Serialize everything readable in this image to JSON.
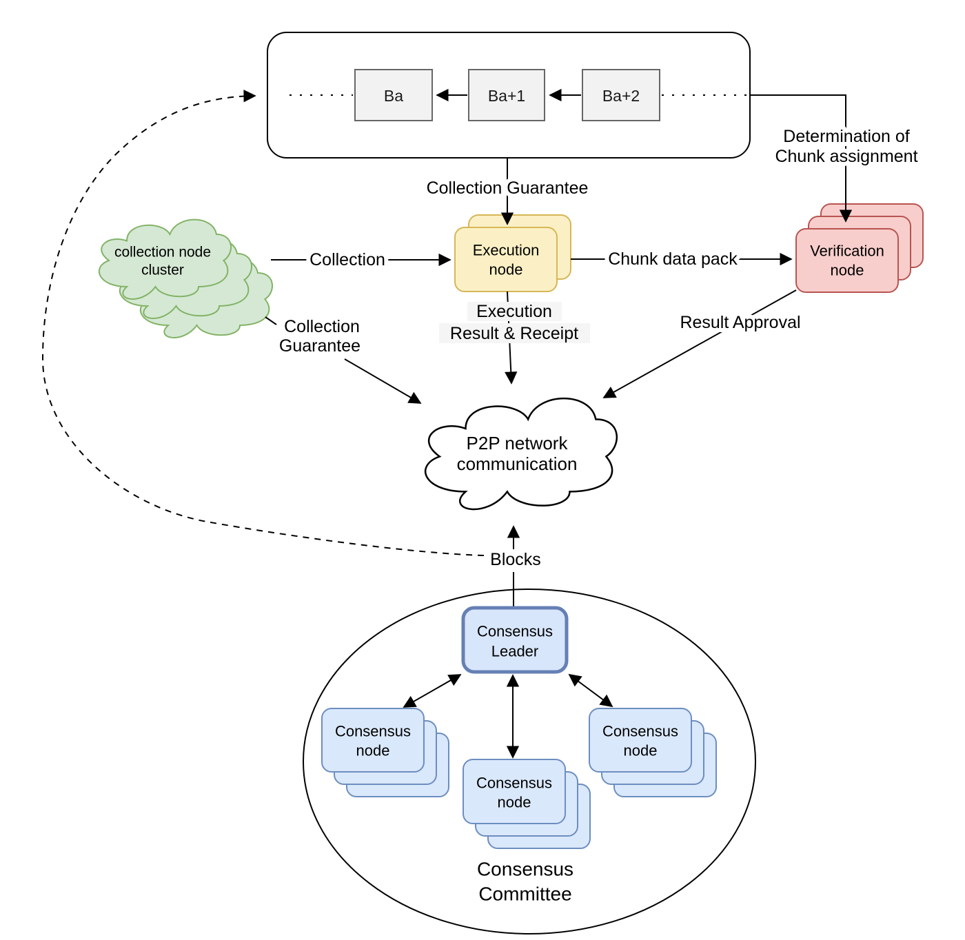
{
  "diagram": {
    "title_hint": "Flow-style blockchain architecture diagram",
    "blockchain": {
      "blocks": [
        "Ba",
        "Ba+1",
        "Ba+2"
      ]
    },
    "nodes": {
      "collection_cluster": {
        "line1": "collection node",
        "line2": "cluster"
      },
      "execution": {
        "line1": "Execution",
        "line2": "node"
      },
      "verification": {
        "line1": "Verification",
        "line2": "node"
      },
      "p2p": {
        "line1": "P2P network",
        "line2": "communication"
      },
      "consensus_leader": {
        "line1": "Consensus",
        "line2": "Leader"
      },
      "consensus_node_left": {
        "line1": "Consensus",
        "line2": "node"
      },
      "consensus_node_middle": {
        "line1": "Consensus",
        "line2": "node"
      },
      "consensus_node_right": {
        "line1": "Consensus",
        "line2": "node"
      },
      "consensus_committee": {
        "line1": "Consensus",
        "line2": "Committee"
      }
    },
    "edge_labels": {
      "collection_guarantee_top": "Collection Guarantee",
      "determination_line1": "Determination of",
      "determination_line2": "Chunk assignment",
      "collection": "Collection",
      "chunk_data_pack": "Chunk data pack",
      "collection_guarantee_left_line1": "Collection",
      "collection_guarantee_left_line2": "Guarantee",
      "execution_result_line1": "Execution",
      "execution_result_line2": "Result & Receipt",
      "result_approval": "Result Approval",
      "blocks": "Blocks"
    },
    "colors": {
      "line": "#000000",
      "block_fill": "#f2f2f2",
      "block_stroke": "#666666",
      "yellow_fill": "#fbf0c5",
      "yellow_stroke": "#d6b656",
      "red_fill": "#f8cecc",
      "red_stroke": "#b85450",
      "green_fill": "#d5e8d4",
      "green_stroke": "#82b366",
      "blue_fill": "#dae8fc",
      "blue_stroke": "#6c8ebf",
      "leader_fill": "#d8e6fb",
      "leader_stroke": "#6680b4",
      "label_bg_gray": "#f5f5f5",
      "canvas": "#ffffff"
    }
  }
}
